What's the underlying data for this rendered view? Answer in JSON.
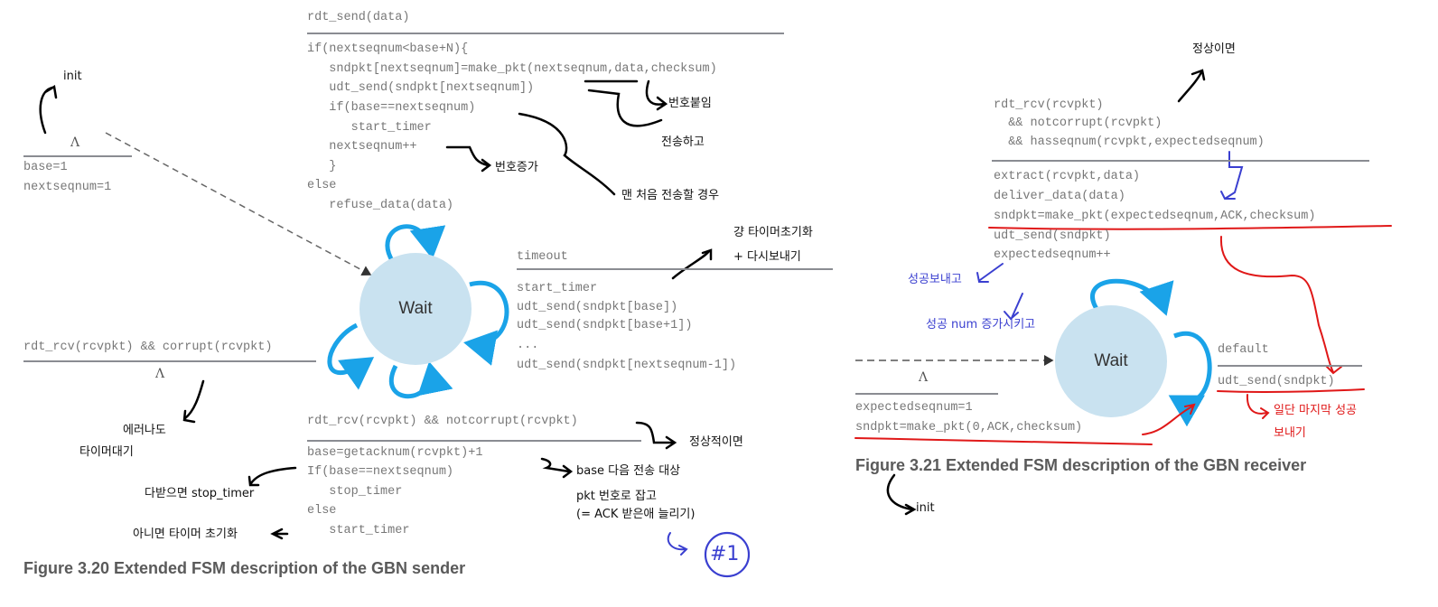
{
  "sender": {
    "init_label": "init",
    "init_action": {
      "event": "Λ",
      "lines": [
        "base=1",
        "nextseqnum=1"
      ]
    },
    "state": "Wait",
    "rdt_send": {
      "event": "rdt_send(data)",
      "lines": [
        "if(nextseqnum<base+N){",
        "   sndpkt[nextseqnum]=make_pkt(nextseqnum,data,checksum)",
        "   udt_send(sndpkt[nextseqnum])",
        "   if(base==nextseqnum)",
        "      start_timer",
        "   nextseqnum++",
        "   }",
        "else",
        "   refuse_data(data)"
      ]
    },
    "timeout": {
      "event": "timeout",
      "lines": [
        "start_timer",
        "udt_send(sndpkt[base])",
        "udt_send(sndpkt[base+1])",
        "...",
        "udt_send(sndpkt[nextseqnum-1])"
      ]
    },
    "corrupt": {
      "event": "rdt_rcv(rcvpkt) && corrupt(rcvpkt)",
      "action": "Λ"
    },
    "notcorrupt": {
      "event": "rdt_rcv(rcvpkt) && notcorrupt(rcvpkt)",
      "lines": [
        "base=getacknum(rcvpkt)+1",
        "If(base==nextseqnum)",
        "   stop_timer",
        "else",
        "   start_timer"
      ]
    },
    "caption": "Figure 3.20 Extended FSM description of the GBN sender"
  },
  "sender_notes": {
    "numbering": "번호붙임",
    "send": "전송하고",
    "increment": "번호증가",
    "first_send": "맨 처음 전송할 경우",
    "timer_reset": "걍 타이머초기화",
    "resend": "+ 다시보내기",
    "error1": "에러나도",
    "error2": "타이머대기",
    "normal": "정상적이면",
    "base1": "base 다음 전송 대상",
    "base2": "pkt 번호로 잡고",
    "base3": "(= ACK 받은애 늘리기)",
    "all_received": "다받으면 stop_timer",
    "else_reset": "아니면 타이머 초기화",
    "mark": "#1"
  },
  "receiver": {
    "state": "Wait",
    "rcv": {
      "event_lines": [
        "rdt_rcv(rcvpkt)",
        "  && notcorrupt(rcvpkt)",
        "  && hasseqnum(rcvpkt,expectedseqnum)"
      ],
      "lines": [
        "extract(rcvpkt,data)",
        "deliver_data(data)",
        "sndpkt=make_pkt(expectedseqnum,ACK,checksum)",
        "udt_send(sndpkt)",
        "expectedseqnum++"
      ]
    },
    "init_action": {
      "event": "Λ",
      "lines": [
        "expectedseqnum=1",
        "sndpkt=make_pkt(0,ACK,checksum)"
      ]
    },
    "default": {
      "event": "default",
      "action": "udt_send(sndpkt)"
    },
    "caption": "Figure 3.21 Extended FSM description of the GBN receiver"
  },
  "receiver_notes": {
    "normal": "정상이면",
    "send_success": "성공보내고",
    "inc_num": "성공 num 증가시키고",
    "last1": "일단 마지막 성공",
    "last2": "보내기",
    "init": "init"
  },
  "colors": {
    "loop": "#1aa3e8",
    "state": "#c9e2f0",
    "ink": "#111111",
    "blue_ink": "#3a3fd0",
    "red_ink": "#e01818"
  }
}
